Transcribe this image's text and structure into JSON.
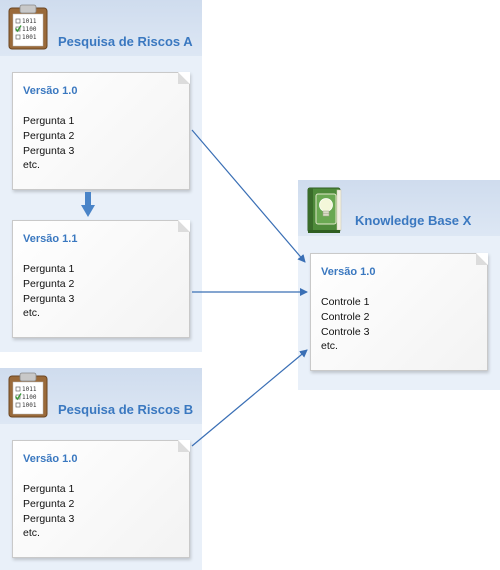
{
  "survey_a": {
    "title": "Pesquisa de Riscos A",
    "icon": "clipboard-checklist-icon",
    "binary_rows": [
      "1011",
      "1100",
      "1001"
    ],
    "versions": [
      {
        "label": "Versão 1.0",
        "lines": [
          "Pergunta 1",
          "Pergunta 2",
          "Pergunta 3",
          "etc."
        ]
      },
      {
        "label": "Versão 1.1",
        "lines": [
          "Pergunta 1",
          "Pergunta 2",
          "Pergunta 3",
          "etc."
        ]
      }
    ]
  },
  "survey_b": {
    "title": "Pesquisa de Riscos B",
    "icon": "clipboard-checklist-icon",
    "binary_rows": [
      "1011",
      "1100",
      "1001"
    ],
    "versions": [
      {
        "label": "Versão 1.0",
        "lines": [
          "Pergunta 1",
          "Pergunta 2",
          "Pergunta 3",
          "etc."
        ]
      }
    ]
  },
  "knowledge_base": {
    "title": "Knowledge Base X",
    "icon": "lightbulb-book-icon",
    "version": {
      "label": "Versão 1.0",
      "lines": [
        "Controle 1",
        "Controle 2",
        "Controle 3",
        "etc."
      ]
    }
  },
  "colors": {
    "accent": "#3a78c0",
    "panel_bg": "#e9f0f9",
    "connector": "#3a6fb5"
  }
}
